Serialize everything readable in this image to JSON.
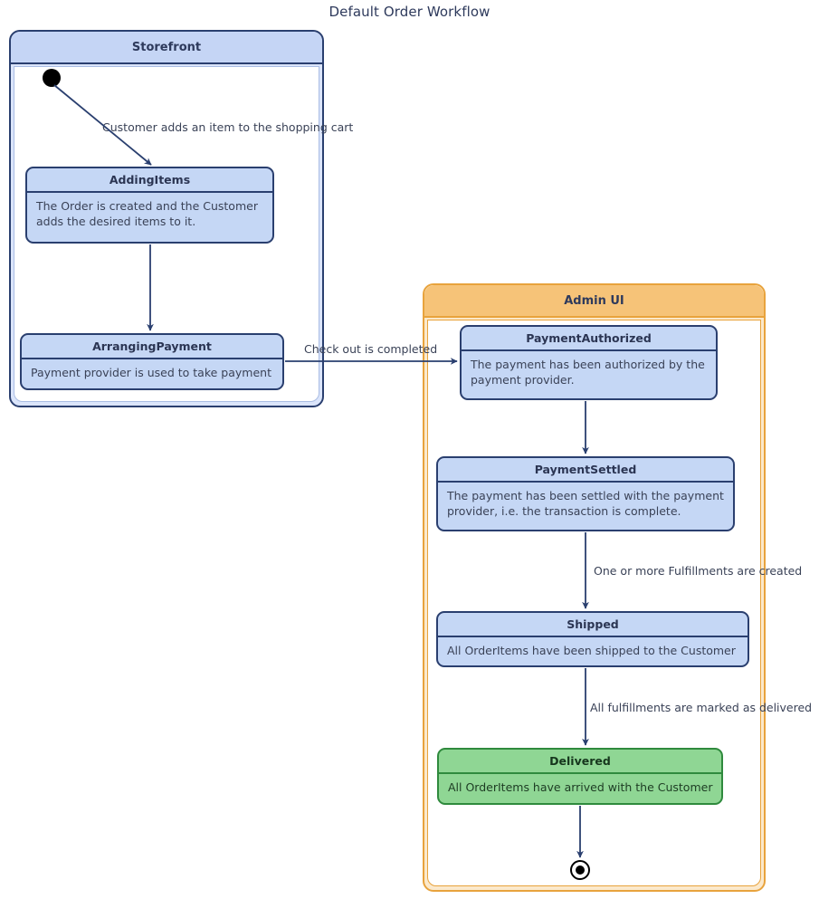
{
  "title": "Default Order Workflow",
  "colors": {
    "state_fill": "#c5d7f5",
    "state_border": "#2a3f6f",
    "final_state_fill": "#8fd694",
    "final_state_border": "#2f8a3d",
    "storefront_header": "#c5d5f5",
    "storefront_border": "#2a3f6f",
    "adminui_header": "#f6c378",
    "adminui_border": "#e8a33d",
    "text": "#3a4257",
    "edge": "#2a3f6f"
  },
  "regions": [
    {
      "id": "storefront",
      "label": "Storefront"
    },
    {
      "id": "adminui",
      "label": "Admin UI"
    }
  ],
  "states": [
    {
      "id": "adding-items",
      "name": "AddingItems",
      "description": "The Order is created and the Customer adds the desired items to it.",
      "region": "storefront",
      "style": "blue"
    },
    {
      "id": "arranging-payment",
      "name": "ArrangingPayment",
      "description": "Payment provider is used to take payment",
      "region": "storefront",
      "style": "blue"
    },
    {
      "id": "payment-authorized",
      "name": "PaymentAuthorized",
      "description": "The payment has been authorized by the payment provider.",
      "region": "adminui",
      "style": "blue"
    },
    {
      "id": "payment-settled",
      "name": "PaymentSettled",
      "description": "The payment has been settled with the payment provider, i.e. the transaction is complete.",
      "region": "adminui",
      "style": "blue"
    },
    {
      "id": "shipped",
      "name": "Shipped",
      "description": "All OrderItems have been shipped to the Customer",
      "region": "adminui",
      "style": "blue"
    },
    {
      "id": "delivered",
      "name": "Delivered",
      "description": "All OrderItems have arrived with the Customer",
      "region": "adminui",
      "style": "green"
    }
  ],
  "pseudo_states": [
    {
      "id": "initial",
      "type": "initial-state",
      "region": "storefront"
    },
    {
      "id": "final",
      "type": "final-state",
      "region": "adminui"
    }
  ],
  "transitions": [
    {
      "id": "t1",
      "from": "initial",
      "to": "adding-items",
      "label": "Customer adds an item to the shopping cart"
    },
    {
      "id": "t2",
      "from": "adding-items",
      "to": "arranging-payment",
      "label": ""
    },
    {
      "id": "t3",
      "from": "arranging-payment",
      "to": "payment-authorized",
      "label": "Check out is completed"
    },
    {
      "id": "t4",
      "from": "payment-authorized",
      "to": "payment-settled",
      "label": ""
    },
    {
      "id": "t5",
      "from": "payment-settled",
      "to": "shipped",
      "label": "One or more Fulfillments are created"
    },
    {
      "id": "t6",
      "from": "shipped",
      "to": "delivered",
      "label": "All fulfillments are marked as delivered"
    },
    {
      "id": "t7",
      "from": "delivered",
      "to": "final",
      "label": ""
    }
  ]
}
